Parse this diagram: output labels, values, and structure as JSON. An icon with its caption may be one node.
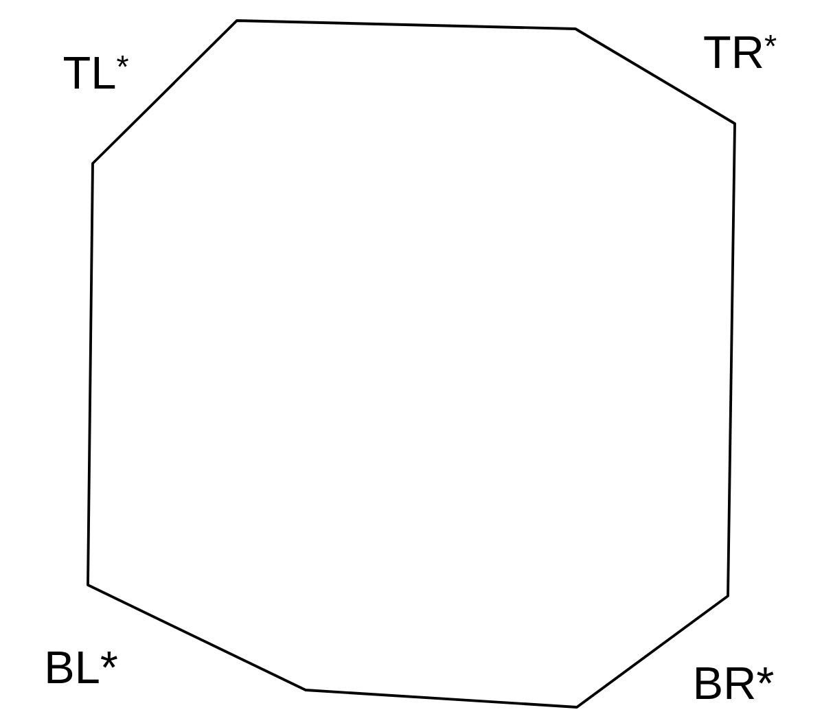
{
  "diagram": {
    "nodes": [
      {
        "text": [],
        "shape": "octagon"
      }
    ],
    "labels": [
      "TL$^{*}$",
      "TR$^{*}$",
      "BL*",
      "BR*"
    ]
  }
}
